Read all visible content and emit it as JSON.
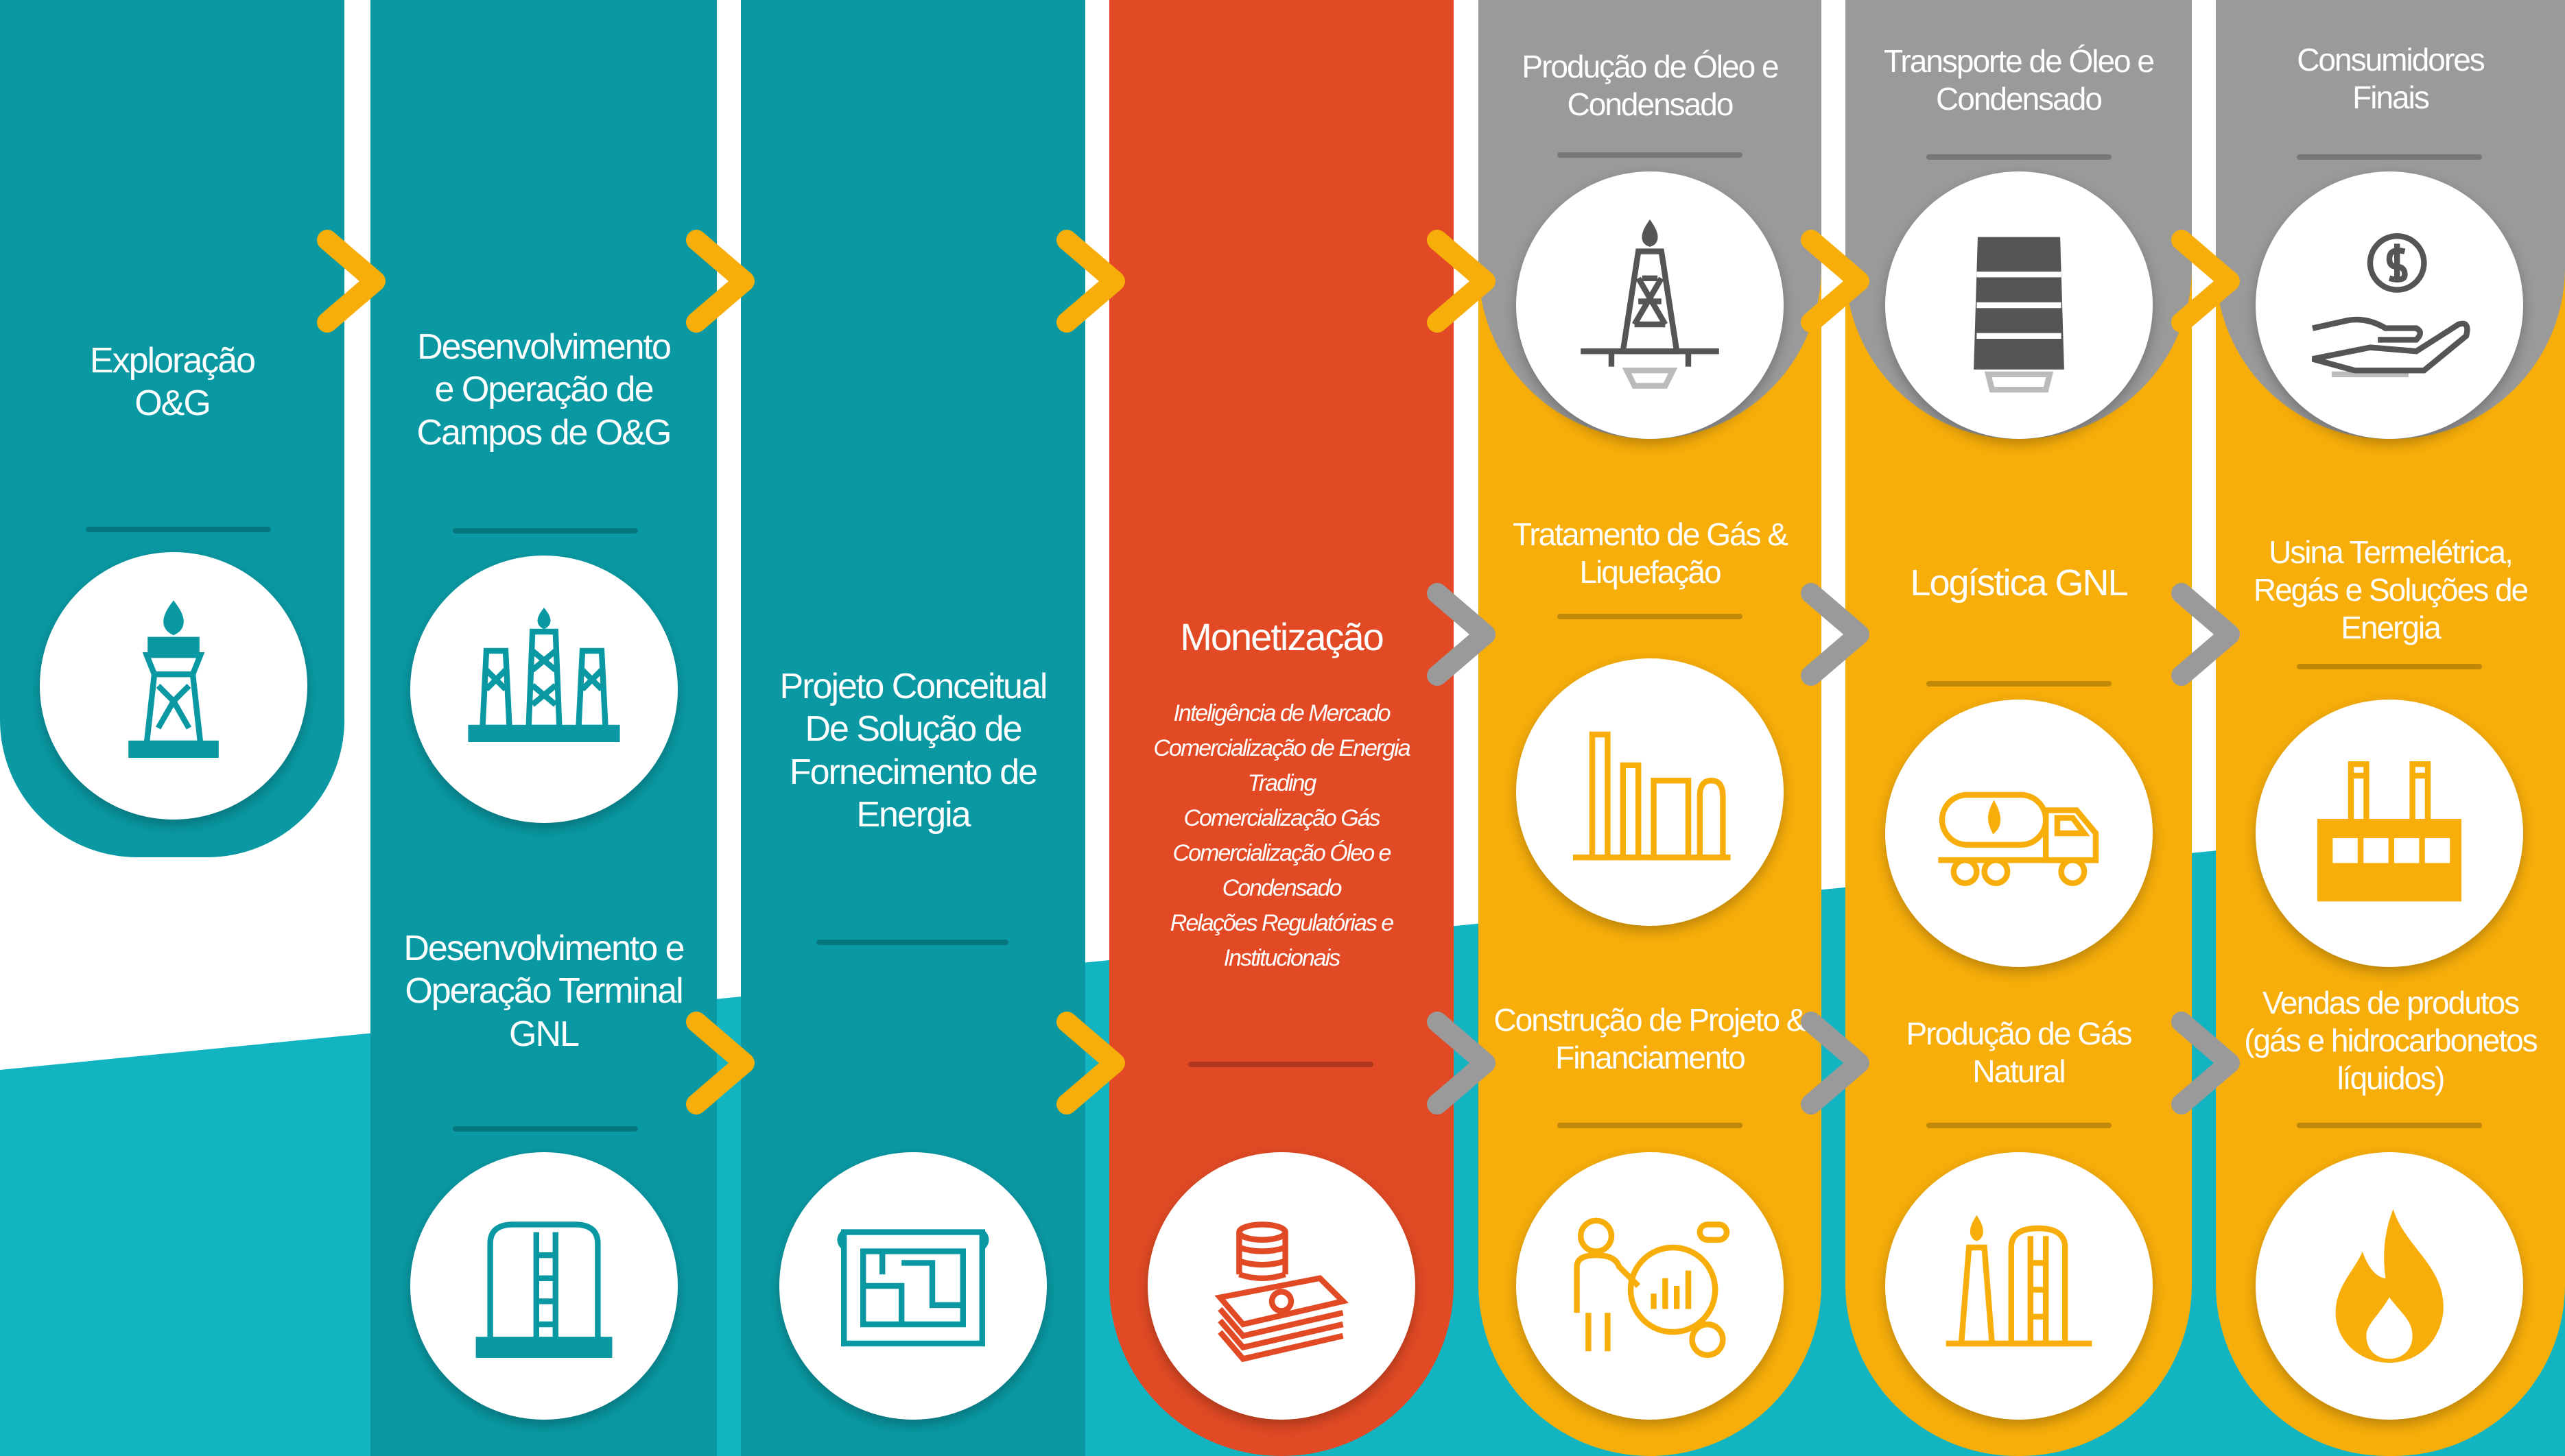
{
  "colors": {
    "teal": "#0a99a3",
    "teal_light": "#12b4c2",
    "orange_red": "#e14a25",
    "gold": "#f7ae0b",
    "grey": "#9a9a9a",
    "white": "#ffffff"
  },
  "exploration": {
    "title": "Exploração\nO&G",
    "icon": "drilling-rig-flame-icon"
  },
  "dev_fields": {
    "title": "Desenvolvimento\ne Operação de\nCampos de O&G",
    "icon": "oil-field-platforms-icon"
  },
  "dev_terminal": {
    "title": "Desenvolvimento e\nOperação Terminal\nGNL",
    "icon": "lng-tank-icon"
  },
  "concept": {
    "title": "Projeto Conceitual\nDe Solução de\nFornecimento de\nEnergia",
    "icon": "blueprint-icon"
  },
  "monetization": {
    "title": "Monetização",
    "items": [
      "Inteligência de Mercado",
      "Comercialização de Energia",
      "Trading",
      "Comercialização Gás",
      "Comercialização Óleo e",
      "Condensado",
      "Relações Regulatórias e",
      "Institucionais"
    ],
    "icon": "money-stack-coins-icon"
  },
  "oil_production": {
    "title": "Produção de Óleo e\nCondensado",
    "icon": "oil-derrick-icon"
  },
  "oil_transport": {
    "title": "Transporte de Óleo e\nCondensado",
    "icon": "oil-barrel-icon"
  },
  "consumers": {
    "title": "Consumidores\nFinais",
    "icon": "hand-coin-dollar-icon"
  },
  "gas_treatment": {
    "title": "Tratamento de Gás &\nLiquefação",
    "icon": "refinery-plant-icon"
  },
  "lng_logistics": {
    "title": "Logística GNL",
    "icon": "tanker-truck-icon"
  },
  "thermal_plant": {
    "title": "Usina Termelétrica,\nRegás e Soluções de\nEnergia",
    "icon": "power-plant-icon"
  },
  "construction": {
    "title": "Construção de Projeto &\nFinanciamento",
    "icon": "analyst-chart-gear-icon"
  },
  "gas_production": {
    "title": "Produção de Gás\nNatural",
    "icon": "gas-production-icon"
  },
  "product_sales": {
    "title": "Vendas de produtos\n(gás e hidrocarbonetos\nlíquidos)",
    "icon": "flame-icon"
  }
}
